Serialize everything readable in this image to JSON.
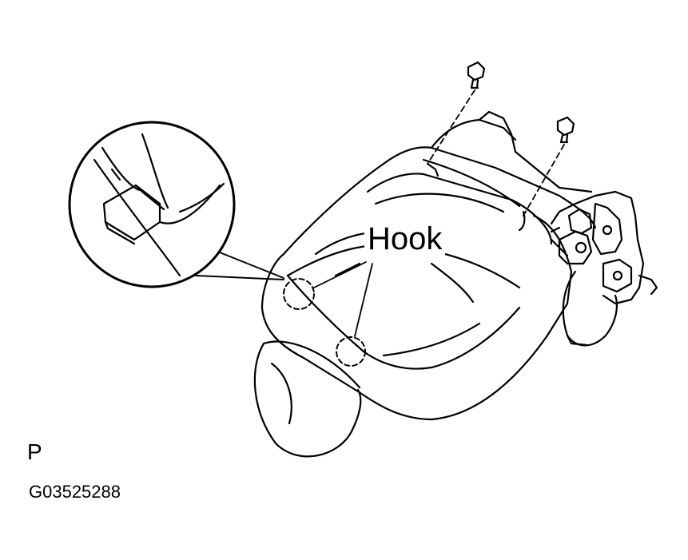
{
  "diagram": {
    "callout_label": "Hook",
    "view_code": "P",
    "figure_id": "G03525288"
  }
}
